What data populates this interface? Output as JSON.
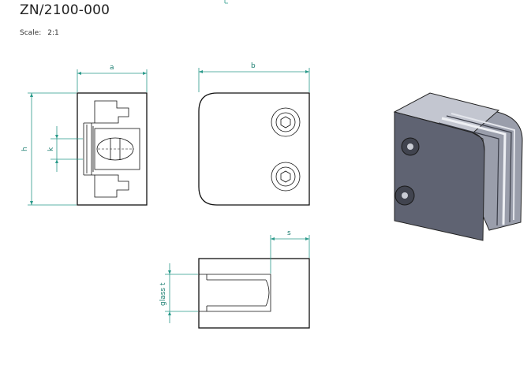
{
  "header": {
    "title": "ZN/2100-000",
    "scale_label": "Scale:",
    "scale_value": "2:1"
  },
  "dimensions": {
    "a": "a",
    "b": "b",
    "h": "h",
    "k": "k",
    "s": "s",
    "glass_t": "glass t"
  },
  "colors": {
    "dimension": "#2a9a8a",
    "outline": "#111111",
    "render_body": "#5f6372"
  }
}
